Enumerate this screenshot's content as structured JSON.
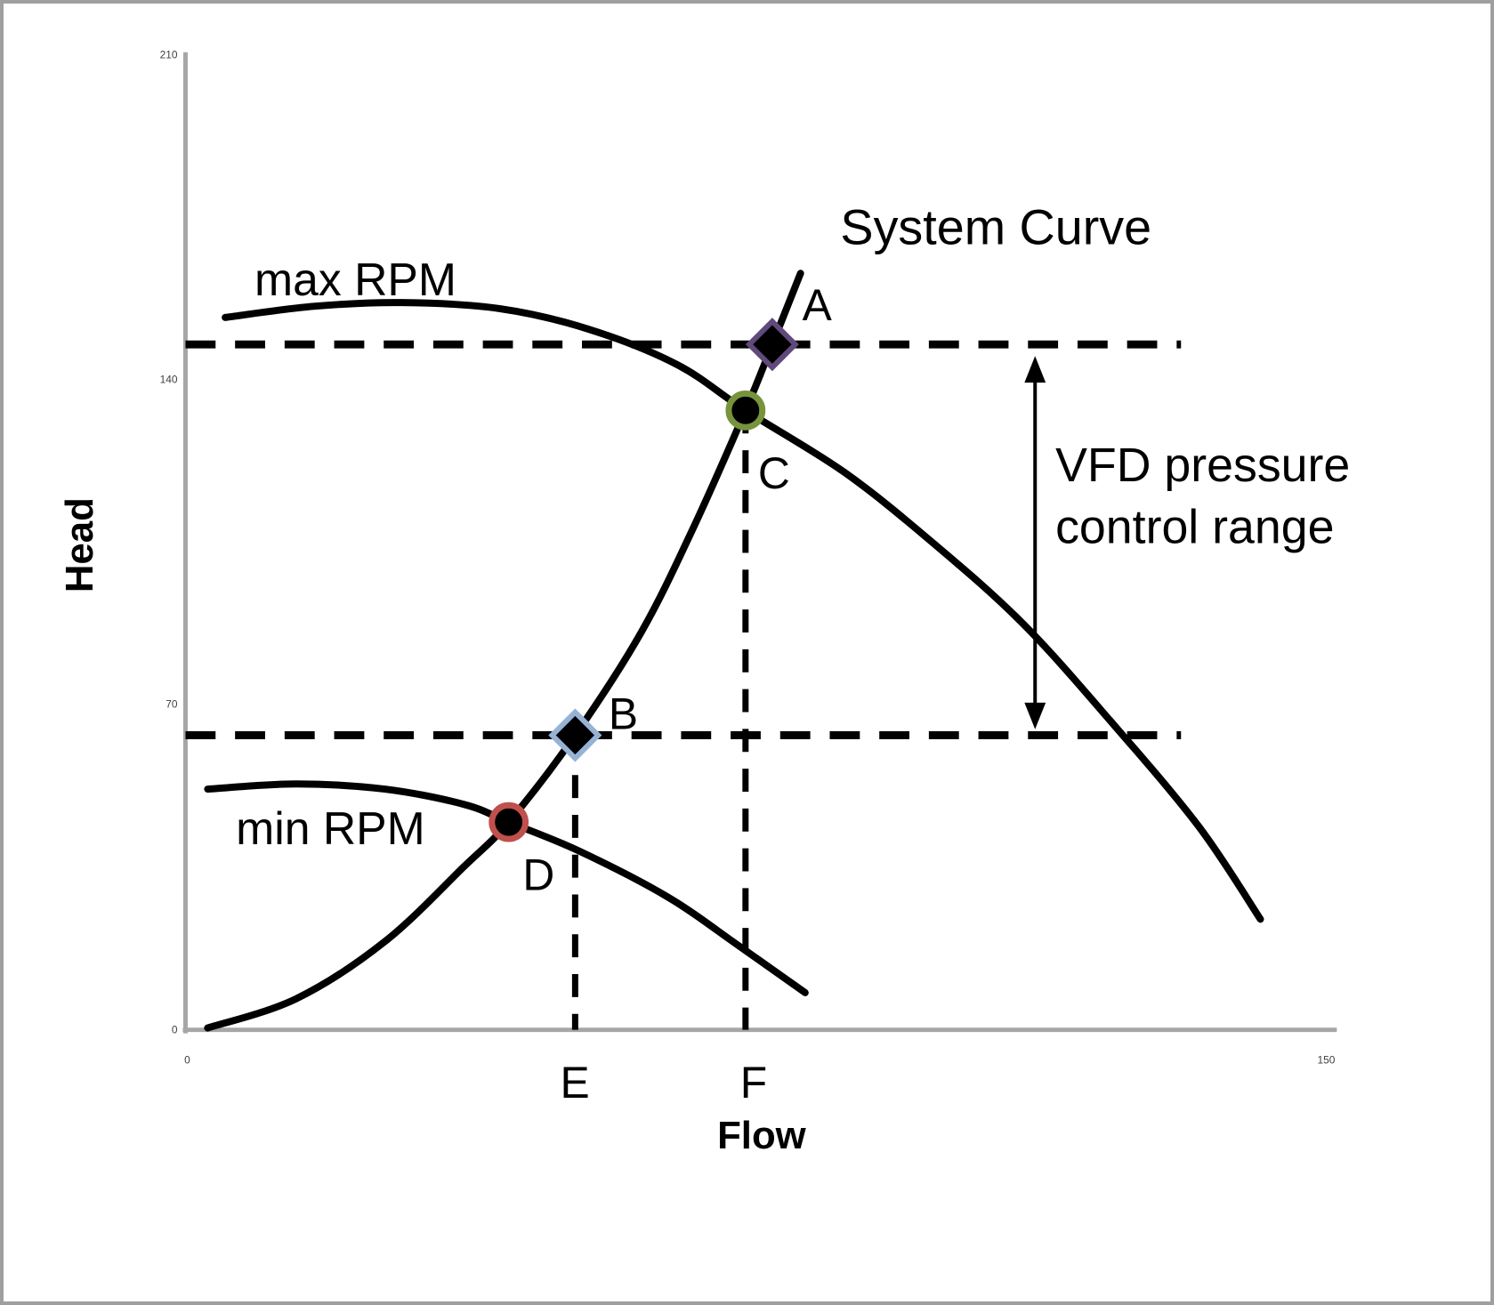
{
  "chart_data": {
    "type": "line",
    "title": "",
    "xlabel": "Flow",
    "ylabel": "Head",
    "xlim": [
      0,
      150
    ],
    "ylim": [
      0,
      210
    ],
    "xticks": [
      0,
      150
    ],
    "yticks": [
      210,
      140,
      70,
      0
    ],
    "grid": false,
    "legend": "none",
    "colors": {
      "curve": "#000000",
      "axis": "#a6a6a6",
      "marker_fill": "#000000",
      "outline_A": "#60497b",
      "outline_B": "#95b3d7",
      "outline_C": "#77933c",
      "outline_D": "#c0504d"
    },
    "series": [
      {
        "name": "max RPM",
        "flow": [
          5.2,
          16.8,
          28.4,
          41.1,
          52.7,
          64.3,
          73.3,
          86.3,
          97.9,
          109.5,
          121.0,
          132.6,
          140.7
        ],
        "head": [
          153.3,
          155.7,
          156.5,
          155.2,
          150.8,
          143.2,
          133.3,
          119.9,
          104.7,
          87.6,
          66.6,
          43.8,
          23.8
        ]
      },
      {
        "name": "min RPM",
        "flow": [
          2.9,
          14.5,
          26.1,
          36.5,
          42.3,
          51.5,
          63.1,
          72.4,
          81.1
        ],
        "head": [
          51.8,
          52.9,
          51.8,
          48.5,
          44.7,
          38.5,
          28.6,
          18.1,
          8.0
        ]
      },
      {
        "name": "System Curve",
        "flow": [
          2.9,
          14.5,
          26.1,
          36.5,
          42.3,
          51.0,
          59.7,
          66.6,
          73.3,
          76.8,
          80.5
        ],
        "head": [
          0.4,
          6.7,
          19.0,
          35.2,
          44.7,
          63.4,
          85.7,
          108.5,
          133.3,
          147.5,
          162.8
        ]
      }
    ],
    "points": [
      {
        "label": "A",
        "flow": 76.8,
        "head": 147.5,
        "marker": "diamond",
        "outline": "#60497b"
      },
      {
        "label": "B",
        "flow": 51.0,
        "head": 63.4,
        "marker": "diamond",
        "outline": "#95b3d7"
      },
      {
        "label": "C",
        "flow": 73.3,
        "head": 133.3,
        "marker": "circle",
        "outline": "#77933c"
      },
      {
        "label": "D",
        "flow": 42.3,
        "head": 44.7,
        "marker": "circle",
        "outline": "#c0504d"
      }
    ],
    "guides": {
      "upper_dashed_head": 147.5,
      "lower_dashed_head": 63.4,
      "dashed_extent_flow": 130.3,
      "vertical_E_flow": 51.0,
      "vertical_E_top_head": 63.4,
      "vertical_F_flow": 73.3,
      "vertical_F_top_head": 133.3
    },
    "flow_axis_labels": [
      {
        "label": "E",
        "flow": 51.0
      },
      {
        "label": "F",
        "flow": 73.3
      }
    ],
    "annotation": {
      "text": "VFD pressure control range",
      "lines": [
        "VFD pressure",
        "control range"
      ],
      "arrow_flow": 111.2,
      "arrow_top_head": 145.0,
      "arrow_bottom_head": 64.7
    }
  }
}
